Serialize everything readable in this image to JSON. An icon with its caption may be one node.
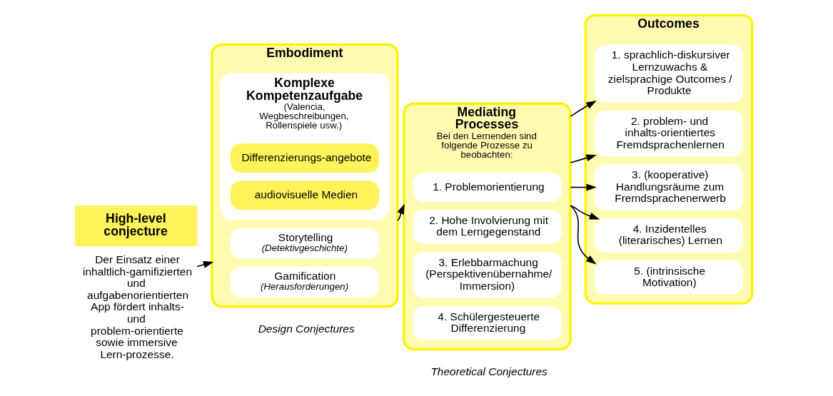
{
  "diagram": {
    "nodes": [
      {
        "text": [
          "High-level conjecture",
          "Der Einsatz einer inhaltlich-gamifizierten und aufgabenorientierten App fördert inhalts- und problem-orientierte sowie immersive Lern-prozesse."
        ]
      },
      {
        "text": [
          "Embodiment"
        ]
      },
      {
        "text": [
          "Storytelling",
          "(Detektivgeschichte)"
        ],
        "in": 1
      },
      {
        "text": [
          "Gamification",
          "(Herausforderungen)"
        ],
        "in": 1
      },
      {
        "text": [
          "Komplexe Kompetenzaufgabe",
          "(Valencia, Wegbeschreibungen, Rollenspiele usw.)"
        ],
        "in": 1
      },
      {
        "text": [
          "Differenzierungs-angebote"
        ],
        "in": 4
      },
      {
        "text": [
          "audiovisuelle Medien"
        ],
        "in": 4
      },
      {
        "text": [
          "Mediating Processes",
          "Bei den Lernenden sind folgende Prozesse zu beobachten:"
        ]
      },
      {
        "text": [
          "1. Problemorientierung"
        ],
        "in": 7
      },
      {
        "text": [
          "2. Hohe Involvierung mit dem Lerngegenstand"
        ],
        "in": 7
      },
      {
        "text": [
          "3. Erlebbarmachung (Perspektivenübernahme/ Immersion)"
        ],
        "in": 7
      },
      {
        "text": [
          "4. Schülergesteuerte Differenzierung"
        ],
        "in": 7
      },
      {
        "text": [
          "Outcomes"
        ]
      },
      {
        "text": [
          "1. sprachlich-diskursiver Lernzuwachs & zielsprachige Outcomes / Produkte"
        ],
        "in": 12
      },
      {
        "text": [
          "2. problem- und inhalts-orientiertes Fremdsprachenlernen"
        ],
        "in": 12
      },
      {
        "text": [
          "3. (kooperative) Handlungsräume zum Fremdsprachenerwerb"
        ],
        "in": 12
      },
      {
        "text": [
          "4. Inzidentelles (literarisches) Lernen"
        ],
        "in": 12
      },
      {
        "text": [
          "5. (intrinsische Motivation)"
        ],
        "in": 12
      }
    ],
    "edges": [
      {
        "from": 0,
        "to": 1,
        "arrow": "to"
      },
      {
        "from": 1,
        "to": 7,
        "arrow": "to"
      },
      {
        "from": 7,
        "to": 13,
        "arrow": "to"
      },
      {
        "from": 7,
        "to": 14,
        "arrow": "to"
      },
      {
        "from": 7,
        "to": 15,
        "arrow": "to"
      },
      {
        "from": 7,
        "to": 16,
        "arrow": "to"
      },
      {
        "from": 7,
        "to": 17,
        "arrow": "to"
      }
    ],
    "labels": [
      "Design Conjectures",
      "Theoretical Conjectures"
    ]
  }
}
